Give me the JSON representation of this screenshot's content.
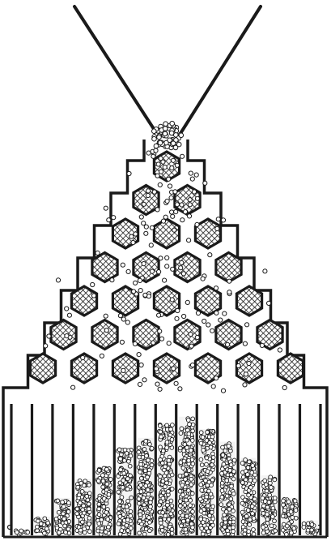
{
  "figure": {
    "subject": "galton-board",
    "hexagon_rows": [
      1,
      2,
      3,
      4,
      5,
      6,
      7
    ],
    "bin_count": 15,
    "bin_fill_levels": [
      0.05,
      0.15,
      0.3,
      0.45,
      0.55,
      0.7,
      0.78,
      0.9,
      0.95,
      0.85,
      0.75,
      0.62,
      0.48,
      0.3,
      0.12
    ],
    "colors": {
      "ink": "#1a1a1a",
      "paper": "#ffffff",
      "bead_fill": "#ffffff",
      "hatch": "#1a1a1a"
    }
  }
}
